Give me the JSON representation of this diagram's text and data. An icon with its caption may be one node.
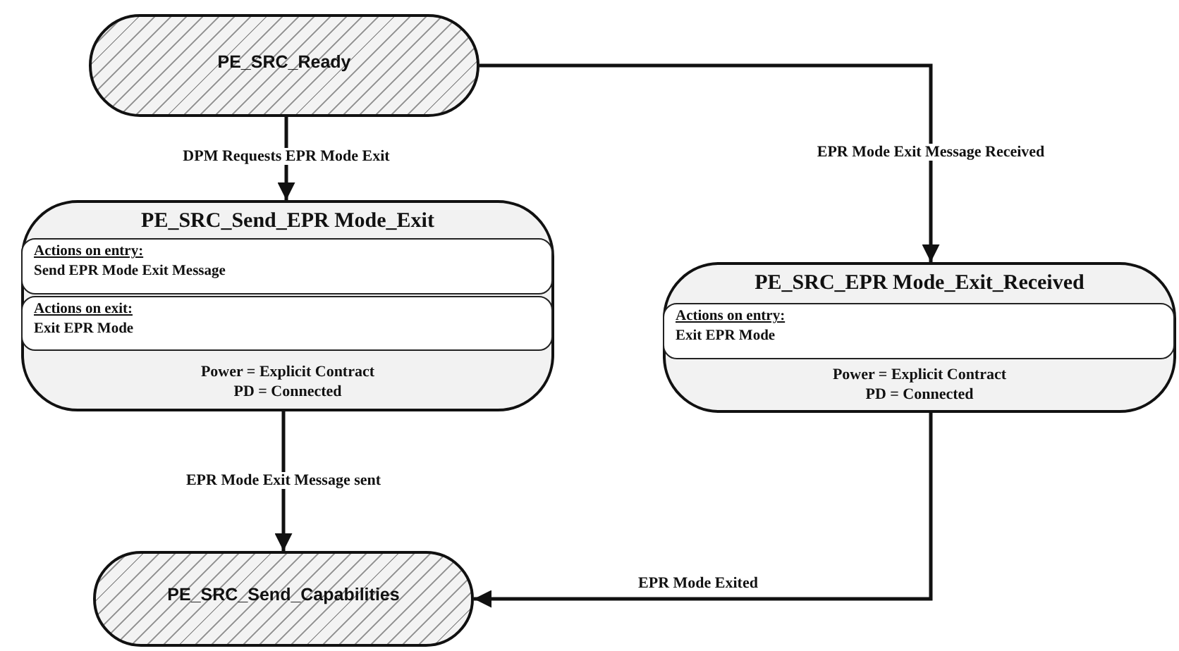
{
  "diagram": {
    "nodes": [
      {
        "text": [
          "PE_SRC_Ready"
        ]
      },
      {
        "text": [
          "PE_SRC_Send_EPR Mode_Exit",
          "Power = Explicit Contract",
          "PD = Connected"
        ]
      },
      {
        "text": [
          "Actions on entry:",
          "Send EPR Mode Exit Message"
        ],
        "in": 1
      },
      {
        "text": [
          "Actions on exit:",
          "Exit EPR Mode"
        ],
        "in": 1
      },
      {
        "text": [
          "PE_SRC_EPR Mode_Exit_Received",
          "Power = Explicit Contract",
          "PD = Connected"
        ]
      },
      {
        "text": [
          "Actions on entry:",
          "Exit EPR Mode"
        ],
        "in": 4
      },
      {
        "text": [
          "PE_SRC_Send_Capabilities"
        ]
      }
    ],
    "edges": [
      {
        "from": 0,
        "to": 1,
        "arrow": "to",
        "label": "DPM Requests EPR Mode Exit"
      },
      {
        "from": 0,
        "to": 4,
        "arrow": "to",
        "label": "EPR Mode Exit Message Received"
      },
      {
        "from": 1,
        "to": 6,
        "arrow": "to",
        "label": "EPR Mode Exit Message sent"
      },
      {
        "from": 4,
        "to": 6,
        "arrow": "to",
        "label": "EPR Mode Exited"
      }
    ]
  }
}
